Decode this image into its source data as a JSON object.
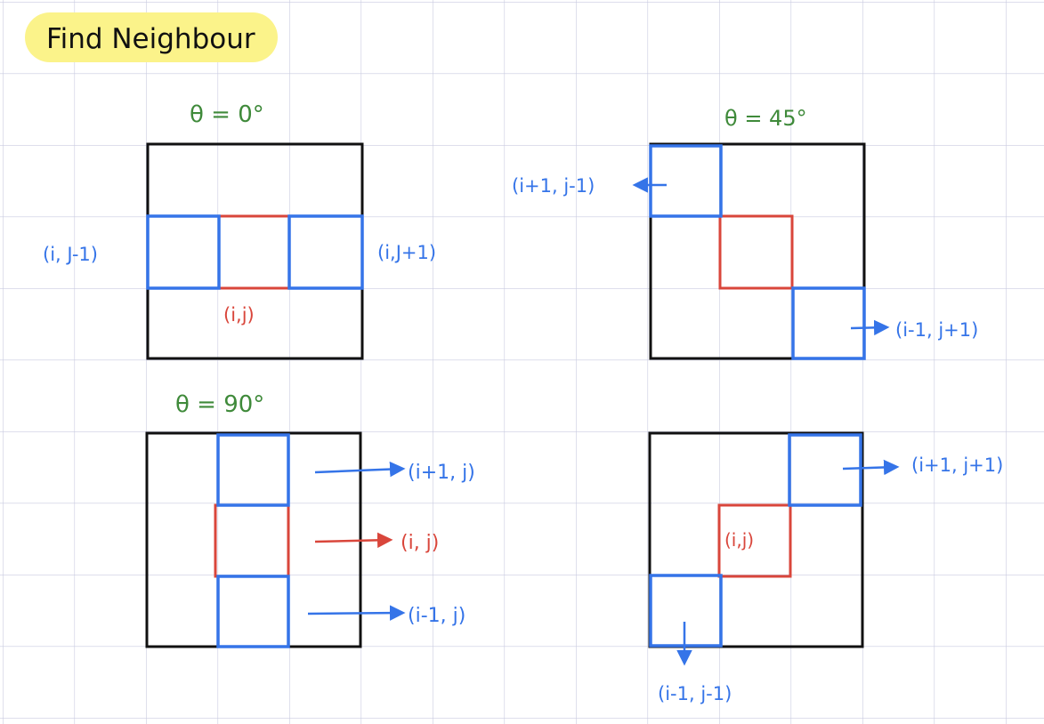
{
  "title": "Find Neighbour",
  "colors": {
    "grid": "#c9cbe0",
    "frame": "#111111",
    "center": "#d9463b",
    "neighbour": "#3574e8",
    "heading": "#3f8a3a",
    "highlight": "#fbf38a"
  },
  "panels": [
    {
      "id": "theta-0",
      "heading": "θ = 0°",
      "center_label": "(i,j)",
      "neighbour_labels": [
        "(i, J-1)",
        "(i,J+1)"
      ]
    },
    {
      "id": "theta-45",
      "heading": "θ = 45°",
      "center_label": "",
      "neighbour_labels": [
        "(i+1, j-1)",
        "(i-1, j+1)"
      ]
    },
    {
      "id": "theta-90",
      "heading": "θ = 90°",
      "center_label": "(i, j)",
      "neighbour_labels": [
        "(i+1, j)",
        "(i-1, j)"
      ]
    },
    {
      "id": "theta-135",
      "heading": "",
      "center_label": "(i,j)",
      "neighbour_labels": [
        "(i+1, j+1)",
        "(i-1, j-1)"
      ]
    }
  ]
}
